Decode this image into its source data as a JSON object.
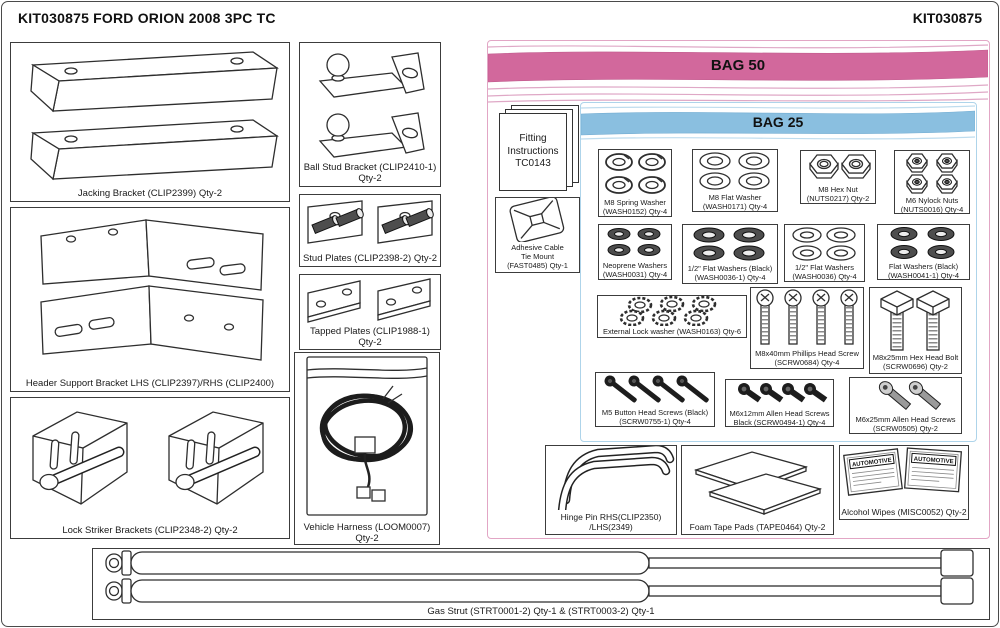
{
  "header": {
    "title": "KIT030875 FORD ORION 2008 3PC TC",
    "kit_number": "KIT030875"
  },
  "bags": {
    "bag50_label": "BAG 50",
    "bag25_label": "BAG 25"
  },
  "colors": {
    "bag50_band": "#d2689c",
    "bag50_outline": "#e2a6c5",
    "bag25_band": "#8abfe0",
    "bag25_outline": "#aed4ea"
  },
  "parts": {
    "jacking_bracket": "Jacking Bracket (CLIP2399) Qty-2",
    "header_support_bracket": "Header Support Bracket LHS (CLIP2397)/RHS (CLIP2400)",
    "lock_striker_brackets": "Lock Striker Brackets (CLIP2348-2) Qty-2",
    "ball_stud_bracket": "Ball Stud Bracket (CLIP2410-1)\nQty-2",
    "stud_plates": "Stud Plates (CLIP2398-2) Qty-2",
    "tapped_plates": "Tapped Plates (CLIP1988-1)\nQty-2",
    "vehicle_harness": "Vehicle Harness (LOOM0007)\nQty-2",
    "fitting_instructions": "Fitting\nInstructions\nTC0143",
    "cable_tie_mount": "Adhesive Cable\nTie Mount\n(FAST0485) Qty-1",
    "m8_spring_washer": "M8 Spring Washer\n(WASH0152) Qty-4",
    "m8_flat_washer": "M8 Flat Washer\n(WASH0171) Qty-4",
    "m8_hex_nut": "M8 Hex Nut\n(NUTS0217) Qty-2",
    "m6_nylock_nuts": "M6 Nylock Nuts\n(NUTS0016) Qty-4",
    "neoprene_washers": "Neoprene Washers\n(WASH0031) Qty-4",
    "half_flat_washers_black": "1/2\" Flat Washers (Black)\n(WASH0036-1) Qty-4",
    "half_flat_washers": "1/2\" Flat Washers\n(WASH0036) Qty-4",
    "flat_washers_black": "Flat Washers (Black)\n(WASH0041-1) Qty-4",
    "external_lock_washer": "External Lock washer (WASH0163) Qty-6",
    "m8x40_phillips_screws": "M8x40mm Phillips Head Screw\n(SCRW0684) Qty-4",
    "m8x25_hex_bolts": "M8x25mm Hex Head Bolt\n(SCRW0696) Qty-2",
    "m5_button_screws": "M5 Button Head Screws (Black)\n(SCRW0755-1) Qty-4",
    "m6x12_allen_screws": "M6x12mm Allen Head Screws\nBlack (SCRW0494-1) Qty-4",
    "m6x25_allen_screws": "M6x25mm Allen Head Screws\n(SCRW0505) Qty-2",
    "hinge_pin": "Hinge Pin RHS(CLIP2350)\n/LHS(2349)",
    "foam_tape_pads": "Foam Tape Pads (TAPE0464) Qty-2",
    "alcohol_wipes": "Alcohol Wipes (MISC0052) Qty-2",
    "wipes_brand": "AUTOMOTIVE",
    "gas_strut": "Gas Strut (STRT0001-2) Qty-1 & (STRT0003-2) Qty-1"
  }
}
